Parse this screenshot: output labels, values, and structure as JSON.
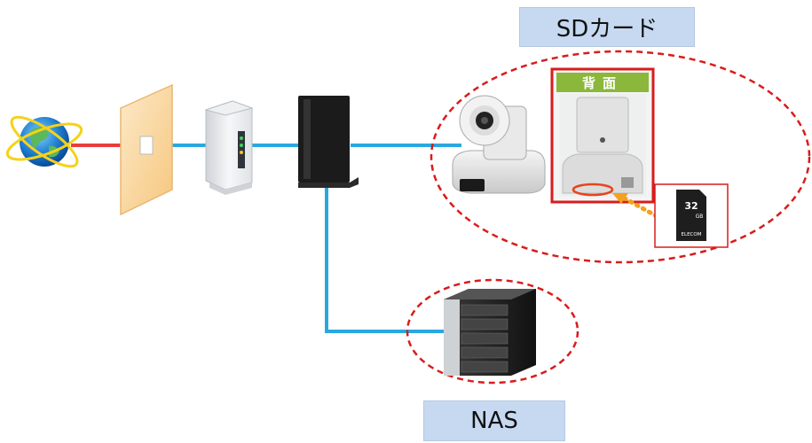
{
  "labels": {
    "sd_card": "SDカード",
    "nas": "NAS",
    "rear_view": "背面"
  },
  "sd_card_text": {
    "capacity": "32",
    "unit": "GB",
    "brand": "ELECOM"
  },
  "colors": {
    "cable": "#29a8e0",
    "wan_cable": "#e83d3d",
    "highlight": "#d91c1c",
    "label_bg": "#c6d9f1",
    "rear_header": "#8bb83a"
  },
  "icons": [
    "globe-icon",
    "wall-outlet-icon",
    "modem-icon",
    "router-icon",
    "network-camera-icon",
    "sd-card-icon",
    "nas-icon"
  ]
}
